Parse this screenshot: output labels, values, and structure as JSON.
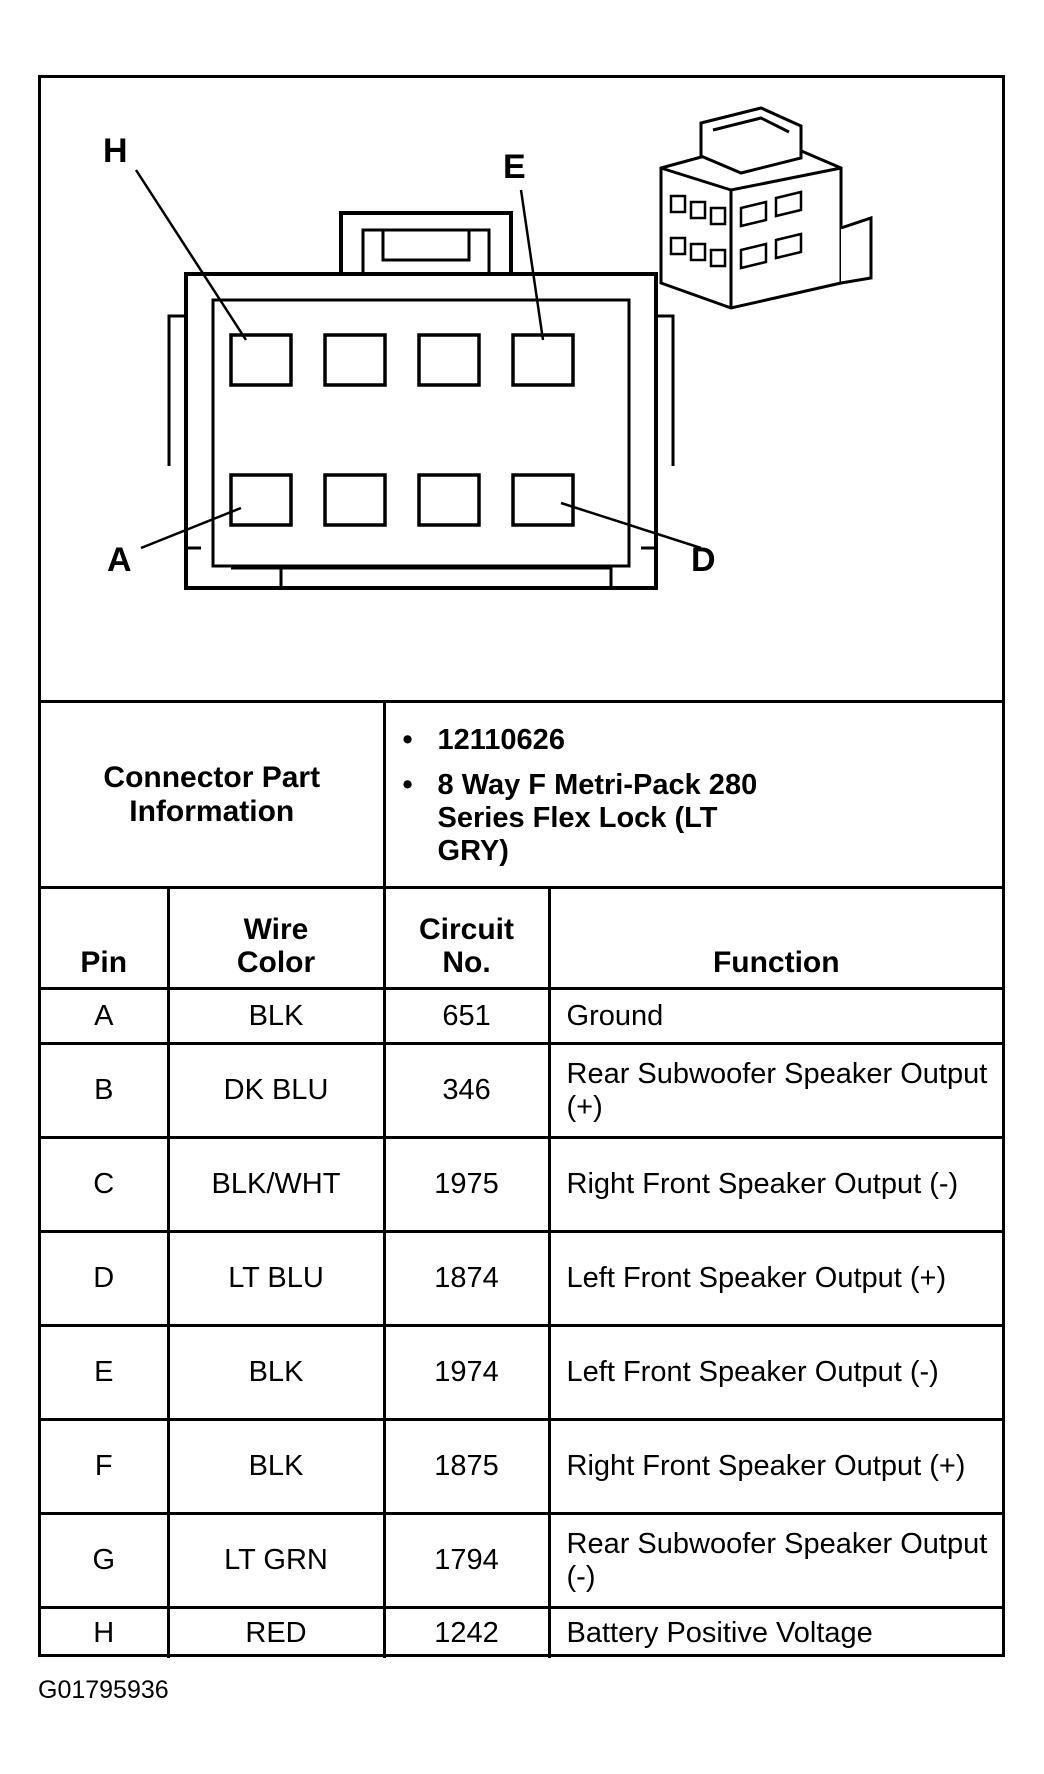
{
  "callouts": {
    "h": "H",
    "e": "E",
    "a": "A",
    "d": "D"
  },
  "connector_info": {
    "label": "Connector Part Information",
    "items": [
      "12110626",
      "8 Way F Metri-Pack 280 Series Flex Lock (LT GRY)"
    ]
  },
  "columns": {
    "pin": "Pin",
    "wire_color": "Wire Color",
    "circuit": "Circuit No.",
    "function": "Function"
  },
  "rows": [
    {
      "pin": "A",
      "wire": "BLK",
      "circuit": "651",
      "function": "Ground"
    },
    {
      "pin": "B",
      "wire": "DK BLU",
      "circuit": "346",
      "function": "Rear Subwoofer Speaker Output (+)"
    },
    {
      "pin": "C",
      "wire": "BLK/WHT",
      "circuit": "1975",
      "function": "Right Front Speaker Output (-)"
    },
    {
      "pin": "D",
      "wire": "LT BLU",
      "circuit": "1874",
      "function": "Left Front Speaker Output (+)"
    },
    {
      "pin": "E",
      "wire": "BLK",
      "circuit": "1974",
      "function": "Left Front Speaker Output (-)"
    },
    {
      "pin": "F",
      "wire": "BLK",
      "circuit": "1875",
      "function": "Right Front Speaker Output (+)"
    },
    {
      "pin": "G",
      "wire": "LT GRN",
      "circuit": "1794",
      "function": "Rear Subwoofer Speaker Output (-)"
    },
    {
      "pin": "H",
      "wire": "RED",
      "circuit": "1242",
      "function": "Battery Positive Voltage"
    }
  ],
  "figure_code": "G01795936"
}
